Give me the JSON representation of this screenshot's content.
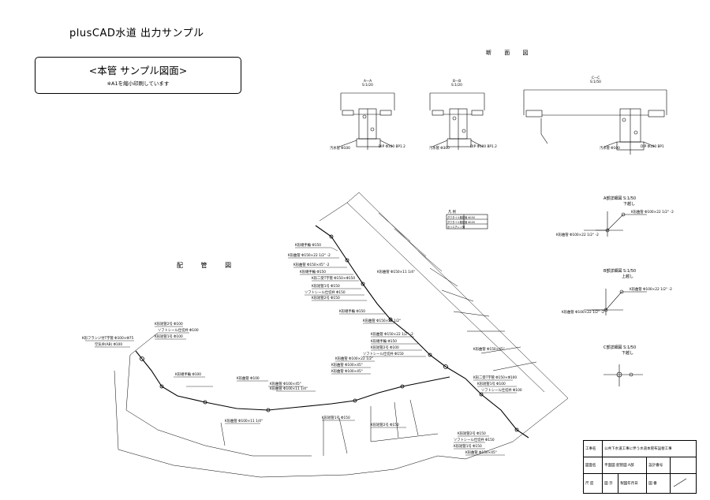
{
  "header": {
    "title": "plusCAD水道  出力サンプル"
  },
  "sample_box": {
    "title": "<本管  サンプル図面>",
    "note": "※A1を縮小印刷しています"
  },
  "section_view": {
    "title": "断 面 図",
    "sections": [
      {
        "label": "A—A",
        "scale": "S:1/20",
        "left_note": "汚水管 Φ100",
        "right_note": "DIP Φ100 BP1.2"
      },
      {
        "label": "B—B",
        "scale": "S:1/20",
        "left_note": "汚水管 Φ300",
        "right_note": "DIP Φ100 BP1.2"
      },
      {
        "label": "C—C",
        "scale": "S:1/50",
        "left_note": "汚水管 Φ100",
        "right_note": "DIP Φ100 BP1"
      }
    ]
  },
  "piping_view": {
    "title": "配 管 図",
    "labels": [
      "K形継手輪 Φ150",
      "K形曲管 Φ150×22 1/2° -2",
      "K形曲管 Φ150×45° -2",
      "K形継手輪 Φ150",
      "K形二受T字管 Φ150×Φ150",
      "K形短管1号 Φ150",
      "ソフトシール仕切弁 Φ150",
      "K形短管2号 Φ150",
      "K形継手輪 Φ150",
      "K形曲管 Φ150×22 1/2°",
      "K形曲管 Φ150×11 1/4°",
      "K形曲管 Φ150×22 1/2° -2",
      "K形短管2号 Φ100",
      "ソフトシール仕切弁 Φ100",
      "K形短管1号 Φ100",
      "K形フランジ付T字管 Φ100×Φ75",
      "空気弁(AB) Φ100",
      "K形継手輪 Φ100",
      "K形曲管 Φ100",
      "K形曲管 Φ100×45°",
      "K形曲管 Φ100×11 1/4°",
      "K形曲管 Φ100×22 1/2°",
      "K形曲管 Φ100×45°",
      "K形継手輪 Φ150",
      "K形曲管 Φ150×45°",
      "K形二受T字管 Φ150×Φ100",
      "K形短管1号 Φ100",
      "ソフトシール仕切弁 Φ100",
      "K形短管2号 Φ100",
      "K形曲管 Φ100×45°",
      "K形短管2号 Φ150",
      "ソフトシール仕切弁 Φ150",
      "K形短管1号 Φ150",
      "K形曲管 Φ150×45°",
      "K形曲管 Φ100×11 1/4°",
      "K形短管1号 Φ150",
      "ソフトシール仕切弁 Φ150",
      "K形短管2号 Φ150"
    ],
    "legend": {
      "title": "凡 例",
      "rows": [
        "ダクタイル鋳鉄管 Φ150",
        "ダクタイル鋳鉄管 Φ100",
        "ポリエチレン管"
      ]
    }
  },
  "details": [
    {
      "title": "A部詳細図 S:1/50",
      "subtitle": "下越し",
      "label1": "K形曲管 Φ100×22 1/2° -2",
      "label2": "K形曲管 Φ100×22 1/2° -2"
    },
    {
      "title": "B部詳細図 S:1/50",
      "subtitle": "上越し",
      "label1": "K形曲管 Φ100×22 1/2° -2",
      "label2": "K形曲管 Φ100×22 1/2° -2"
    },
    {
      "title": "C部詳細図 S:1/50",
      "subtitle": "下越し"
    }
  ],
  "title_block": {
    "row1_label": "工事名",
    "row1_value": "公共下水道工事に伴う水道本管布設替工事",
    "row2_label": "図面名",
    "row2_value": "平面図 配管図 A部",
    "row2_num_label": "設計番号",
    "row3_label": "尺 度",
    "row3_a": "図 示",
    "row3_b": "製図年月日",
    "row3_c": "図 番"
  }
}
